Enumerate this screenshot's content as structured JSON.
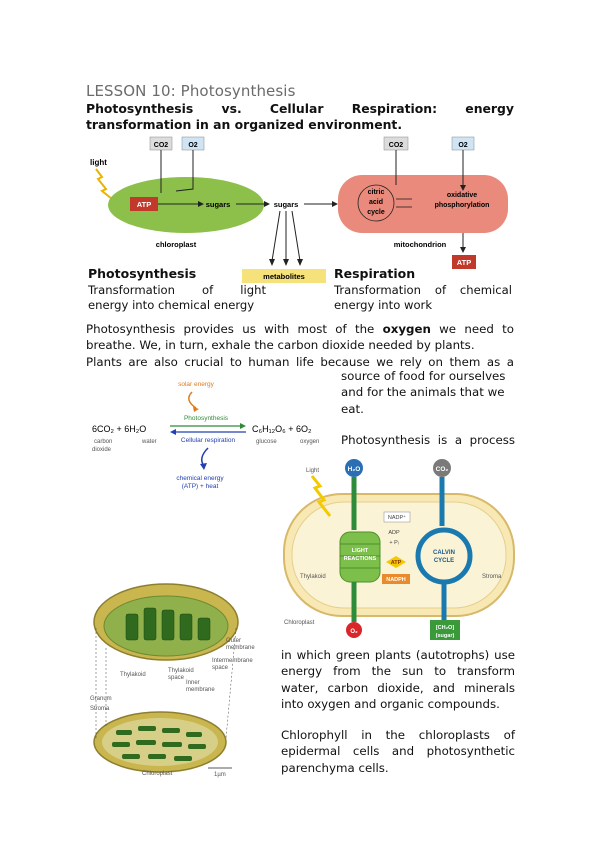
{
  "lesson_title": "LESSON 10: Photosynthesis",
  "subtitle_line1": "Photosynthesis vs. Cellular Respiration: energy",
  "subtitle_line2": "transformation in an organized environment.",
  "diagram1": {
    "co2": "CO2",
    "o2": "O2",
    "light": "light",
    "atp": "ATP",
    "sugars_in": "sugars",
    "sugars_mid": "sugars",
    "chloroplast": "chloroplast",
    "metabolites": "metabolites",
    "citric_1": "citric",
    "citric_2": "acid",
    "citric_3": "cycle",
    "oxidative_1": "oxidative",
    "oxidative_2": "phosphorylation",
    "mitochondrion": "mitochondrion",
    "co2_right": "CO2",
    "o2_right": "O2",
    "atp_right": "ATP"
  },
  "photosynthesis_heading": "Photosynthesis",
  "photosynthesis_desc_1": "Transformation of light",
  "photosynthesis_desc_2": "energy into chemical energy",
  "respiration_heading": "Respiration",
  "respiration_desc_1": "Transformation of chemical",
  "respiration_desc_2": "energy into work",
  "para1_main_a": "Photosynthesis provides us with most of the ",
  "para1_bold": "oxygen",
  "para1_main_b": " we need to breathe. We, in turn, exhale the carbon dioxide needed by plants.",
  "para1_last": "Plants are also crucial to human life because we rely on them as a",
  "side_text": "source of food for ourselves and for the animals that we eat.",
  "process_text": "Photosynthesis is a process",
  "equation": {
    "solar": "solar energy",
    "photosynthesis": "Photosynthesis",
    "respiration": "Cellular respiration",
    "left": "6CO₂ + 6H₂O",
    "right": "C₆H₁₂O₆ + 6O₂",
    "carbon": "carbon",
    "dioxide": "dioxide",
    "water": "water",
    "glucose": "glucose",
    "oxygen": "oxygen",
    "chem1": "chemical energy",
    "chem2": "(ATP) + heat"
  },
  "diagram2": {
    "light": "Light",
    "h2o": "H₂O",
    "co2": "CO₂",
    "nadp": "NADP⁺",
    "adp": "ADP",
    "pi": "+ Pᵢ",
    "light_reactions_1": "LIGHT",
    "light_reactions_2": "REACTIONS",
    "calvin_1": "CALVIN",
    "calvin_2": "CYCLE",
    "atp": "ATP",
    "nadph": "NADPH",
    "thylakoid": "Thylakoid",
    "stroma": "Stroma",
    "chloroplast": "Chloroplast",
    "o2": "O₂",
    "sugar_1": "[CH₂O]",
    "sugar_2": "(sugar)"
  },
  "diagram3": {
    "thylakoid": "Thylakoid",
    "outer_1": "Outer",
    "outer_2": "membrane",
    "thylakoid_space_1": "Thylakoid",
    "thylakoid_space_2": "space",
    "intermembrane_1": "Intermembrane",
    "intermembrane_2": "space",
    "inner_1": "Inner",
    "inner_2": "membrane",
    "granum": "Granum",
    "stroma": "Stroma",
    "chloroplast": "Chloroplast",
    "scale": "1µm"
  },
  "para2": "in which green plants (autotrophs) use energy from the sun to transform water, carbon dioxide, and minerals into oxygen and organic compounds.",
  "para3": "Chlorophyll in the chloroplasts of epidermal cells and photosynthetic parenchyma cells.",
  "colors": {
    "chloroplast_green": "#8cc04a",
    "mito_red": "#e98a7c",
    "atp_red": "#c0392b",
    "metabolites_yellow": "#f6e27a",
    "o2_blue": "#cfe4f4"
  }
}
